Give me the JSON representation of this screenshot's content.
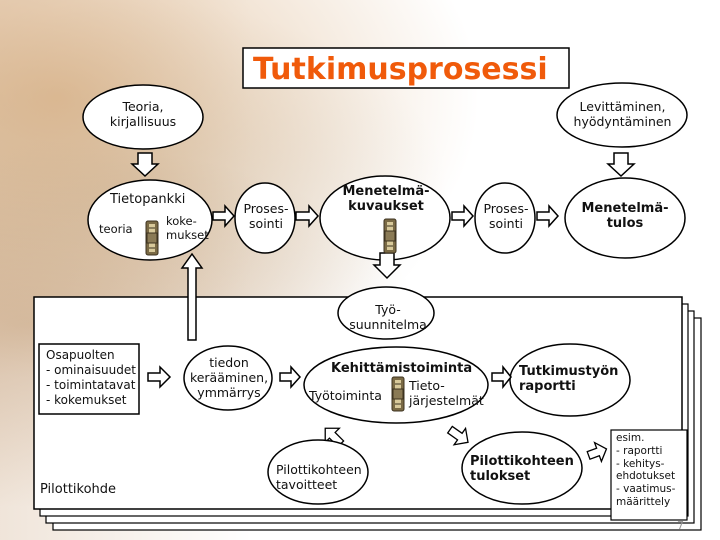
{
  "title": "Tutkimusprosessi",
  "top_left_label": "Teoria,\nkirjallisuus",
  "top_right_label": "Levittäminen,\nhyödyntäminen",
  "tietopankki": {
    "title": "Tietopankki",
    "left": "teoria",
    "right": "koke-\nmukset"
  },
  "prosessointi_1": "Proses-\nsointi",
  "menetelmakuvaukset": "Menetelmä-\nkuvaukset",
  "prosessointi_2": "Proses-\nsointi",
  "menetelmatulos": "Menetelmä-\ntulos",
  "tyosuunnitelma": "Työ-\nsuunnitelma",
  "osapuolten": "Osapuolten\n- ominaisuudet\n- toimintatavat\n- kokemukset",
  "tiedon": "tiedon\nkerääminen,\nymmärrys",
  "kehittamistoiminta": {
    "title": "Kehittämistoiminta",
    "left": "Työtoiminta",
    "right": "Tieto-\njärjestelmät"
  },
  "tutkimustyon": "Tutkimustyön\nraportti",
  "pilottikohde": "Pilottikohde",
  "pilottikohteen_tavoitteet": "Pilottikohteen\ntavoitteet",
  "pilottikohteen_tulokset": "Pilottikohteen\ntulokset",
  "esim_note": "esim.\n- raportti\n- kehitys-\nehdotukset\n- vaatimus-\nmäärittely",
  "page_number": "7",
  "colors": {
    "title": "#f05a0a",
    "outline": "#000000",
    "zipper_outer": "#6b5b3a",
    "zipper_inner": "#c9b98a"
  }
}
